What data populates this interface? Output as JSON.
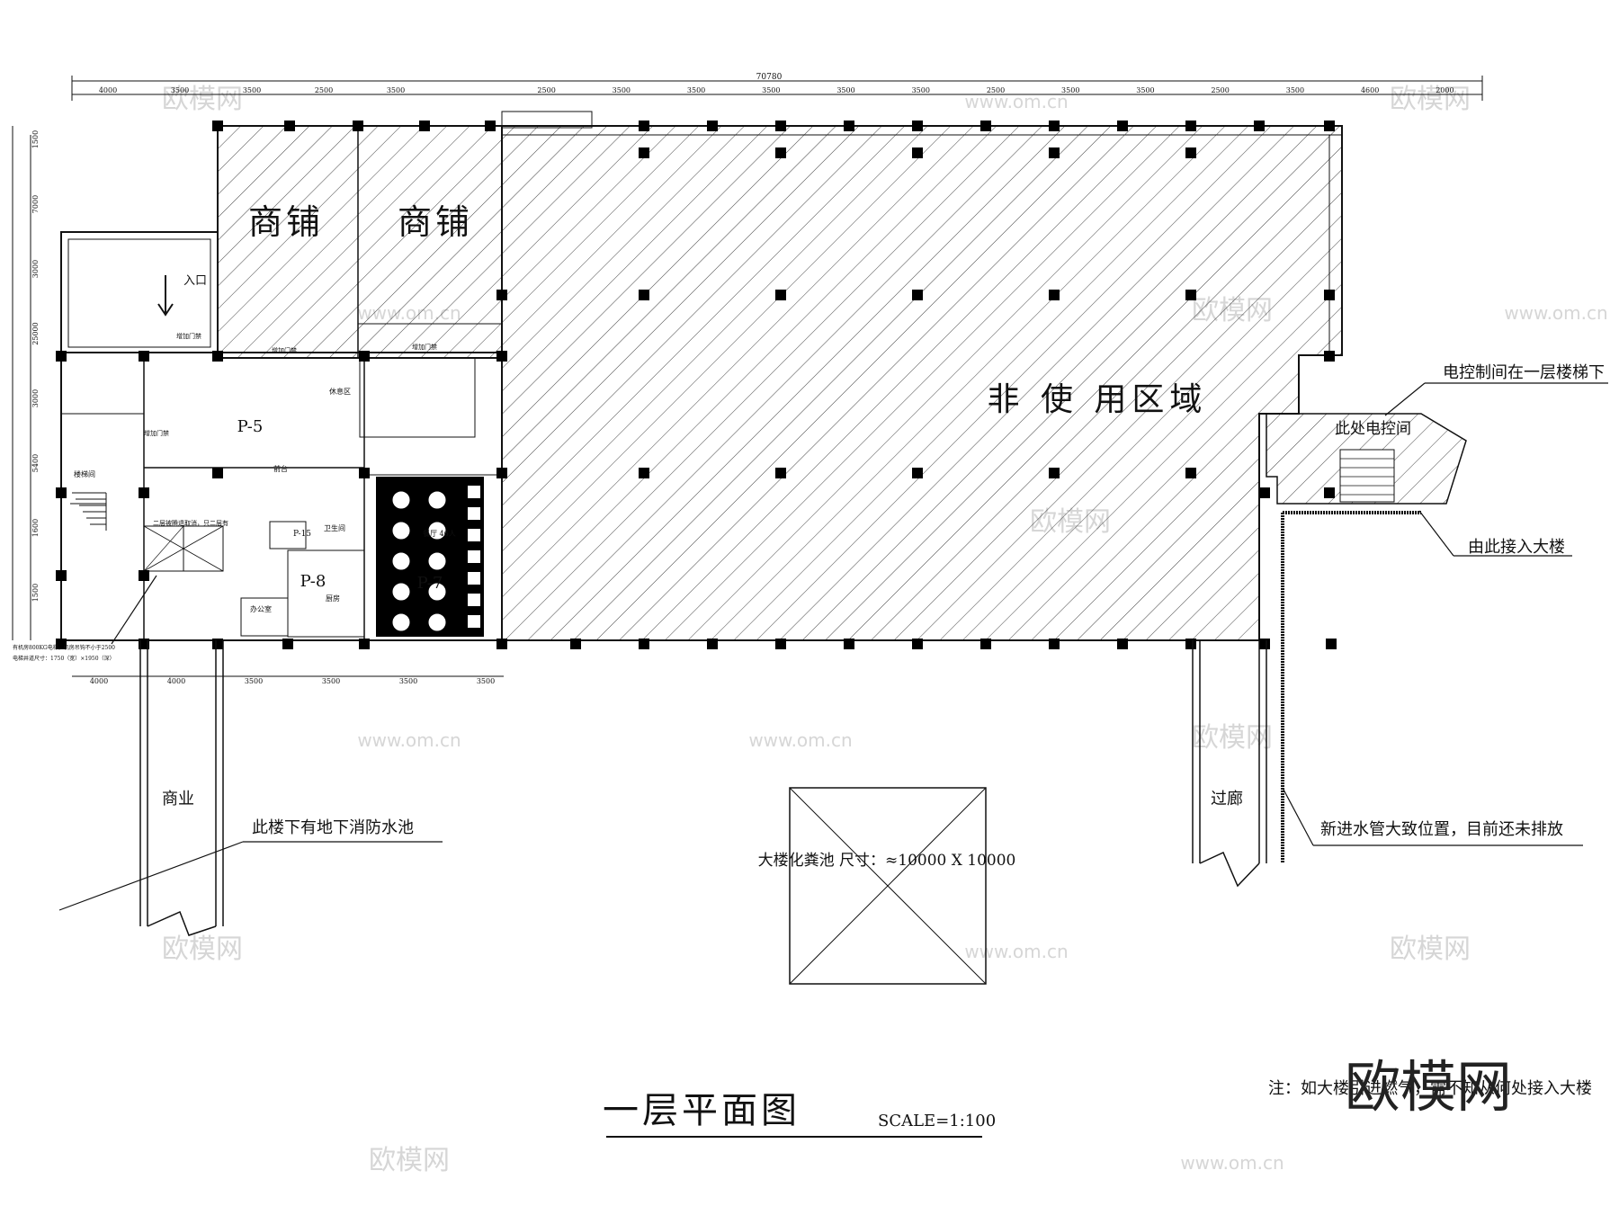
{
  "title": "一层平面图",
  "scale": "SCALE=1:100",
  "overall_dimension": "70780",
  "top_dims_left": [
    "4000",
    "3500",
    "3500",
    "2500",
    "3500"
  ],
  "top_dims_right": [
    "2500",
    "3500",
    "3500",
    "3500",
    "3500",
    "3500",
    "2500",
    "3500",
    "3500",
    "2500",
    "3500",
    "4600",
    "2000"
  ],
  "bottom_dims": [
    "4000",
    "4000",
    "3500",
    "3500",
    "3500",
    "3500"
  ],
  "left_dims": [
    "1500",
    "7000",
    "3000",
    "25000",
    "3000",
    "5400",
    "1600",
    "1500"
  ],
  "rooms": {
    "shop1": "商铺",
    "shop2": "商铺",
    "unused": "非 使 用区域",
    "p5": "P-5",
    "p7": "P-7",
    "p8": "P-8",
    "p15": "P-15",
    "commerce": "商业",
    "corridor": "过廊",
    "entrance": "入口",
    "kitchen": "厨房",
    "restaurant": "餐厅\n46人",
    "office": "办公室",
    "stair": "楼梯间",
    "elec_room": "此处电控间",
    "door1": "增加门禁",
    "door2": "增加门禁",
    "door3": "增加门禁",
    "door4": "增加门禁",
    "lift_note": "二层被腾退取消，只二层有",
    "front_desk": "前台",
    "lounge": "休息区",
    "toilet": "卫生间"
  },
  "annotations": {
    "elec_note": "电控制间在一层楼梯下",
    "connect_note": "由此接入大楼",
    "pool_note": "此楼下有地下消防水池",
    "septic_note": "大楼化粪池 尺寸：≈10000 X 10000",
    "water_note": "新进水管大致位置，目前还未排放",
    "gas_note": "注：如大楼引进燃气，需不知从何处接入大楼",
    "elevator_note1": "有机房800KG电梯，机房吊钩不小于2500",
    "elevator_note2": "电梯井道尺寸：1750（宽）×1950（深）"
  },
  "watermarks": {
    "brand": "欧模网",
    "url": "www.om.cn",
    "big": "欧模网"
  },
  "colors": {
    "line": "#111111",
    "hatch": "#333333",
    "watermark": "#d6d6d6"
  }
}
